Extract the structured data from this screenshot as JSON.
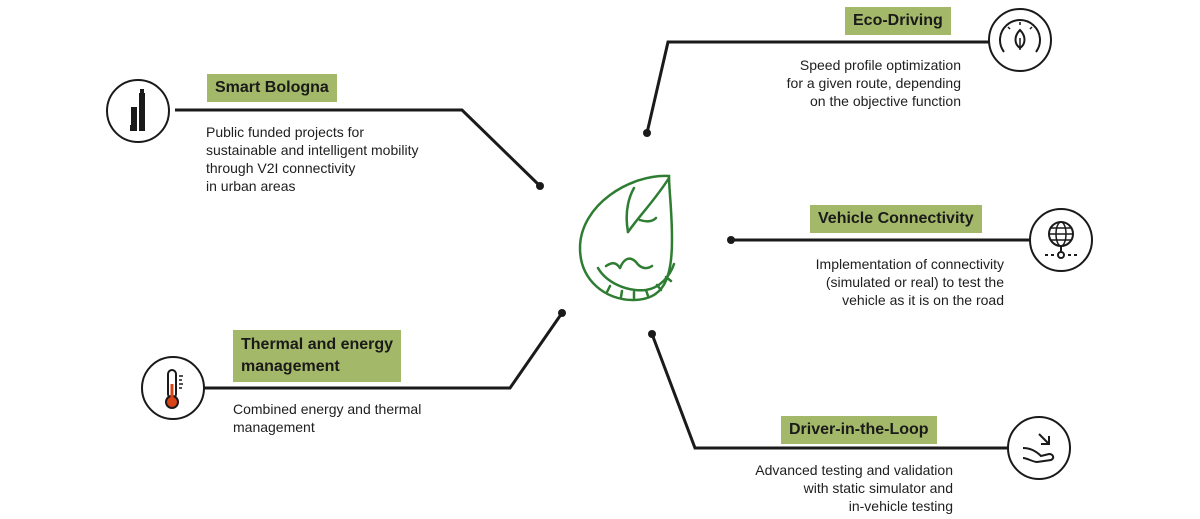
{
  "nodes": {
    "smart_bologna": {
      "title": "Smart Bologna",
      "lines": [
        "Public funded projects for",
        "sustainable and intelligent mobility",
        "through V2I connectivity",
        "in urban areas"
      ],
      "icon": "towers-icon"
    },
    "thermal": {
      "title_lines": [
        "Thermal and energy",
        "management"
      ],
      "lines": [
        "Combined energy and thermal",
        "management"
      ],
      "icon": "thermometer-icon"
    },
    "eco_driving": {
      "title": "Eco-Driving",
      "lines": [
        "Speed profile optimization",
        "for a given route, depending",
        "on the objective function"
      ],
      "icon": "speedometer-leaf-icon"
    },
    "vehicle_connectivity": {
      "title": "Vehicle Connectivity",
      "lines": [
        "Implementation of connectivity",
        "(simulated or real) to test the",
        "vehicle as it is on the road"
      ],
      "icon": "globe-network-icon"
    },
    "driver_in_loop": {
      "title": "Driver-in-the-Loop",
      "lines": [
        "Advanced testing and validation",
        "with static simulator and",
        "in-vehicle testing"
      ],
      "icon": "hand-steering-icon"
    }
  },
  "center_icon": "leaf-speedometer-icon",
  "colors": {
    "label_bg": "#a3b868",
    "center_green": "#2e7d32",
    "line": "#1a1a1a",
    "thermo_red": "#d84315"
  }
}
